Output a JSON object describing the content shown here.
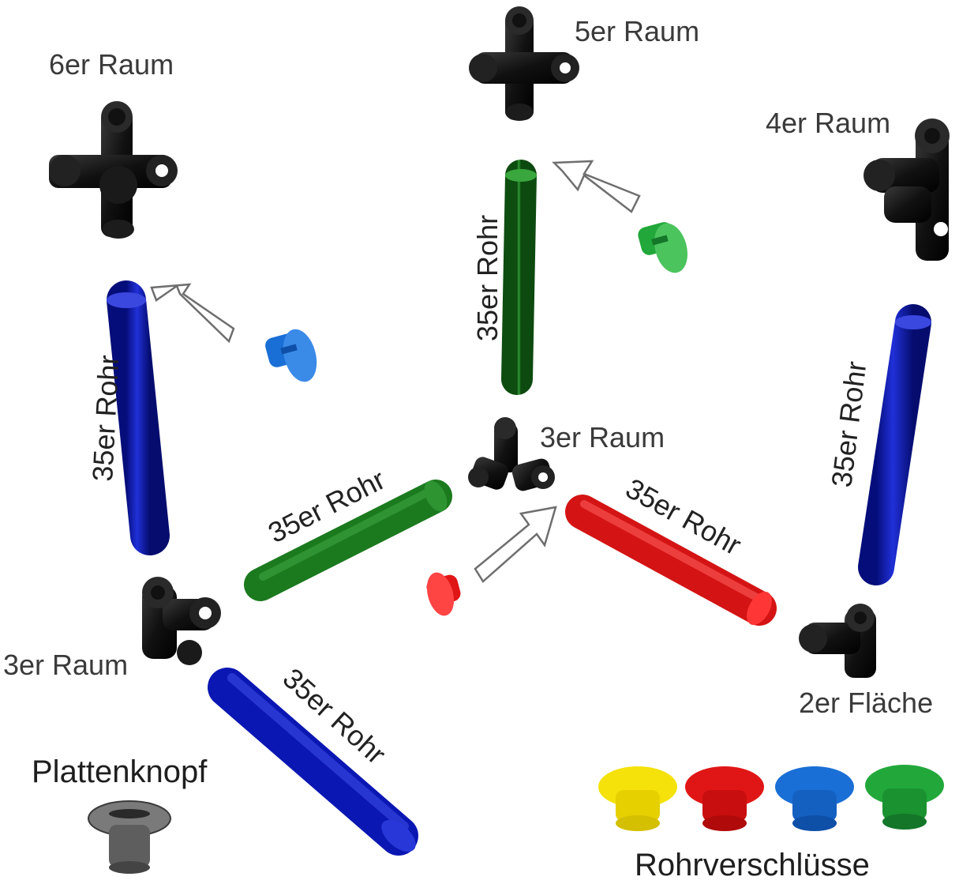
{
  "labels": {
    "raum6": "6er Raum",
    "raum5": "5er Raum",
    "raum4": "4er Raum",
    "raum3_center": "3er Raum",
    "raum3_left": "3er Raum",
    "flaeche2": "2er Fläche",
    "plattenknopf": "Plattenknopf",
    "rohrverschluesse": "Rohrverschlüsse"
  },
  "tubes": [
    {
      "id": "left-vertical",
      "label": "35er Rohr",
      "color": "blue"
    },
    {
      "id": "center-vertical",
      "label": "35er Rohr",
      "color": "green"
    },
    {
      "id": "right-vertical",
      "label": "35er Rohr",
      "color": "blue"
    },
    {
      "id": "center-left-diagonal",
      "label": "35er Rohr",
      "color": "green"
    },
    {
      "id": "center-right-diagonal",
      "label": "35er Rohr",
      "color": "red"
    },
    {
      "id": "bottom-diagonal",
      "label": "35er Rohr",
      "color": "blue"
    }
  ],
  "colors": {
    "blue": "#0a16b4",
    "green": "#1d7a1f",
    "red": "#e01616",
    "yellow": "#f4e20a",
    "cap_blue": "#1a6fd6",
    "cap_green": "#22a83a",
    "connector": "#141414",
    "grey_knob": "#6f6f6f"
  }
}
